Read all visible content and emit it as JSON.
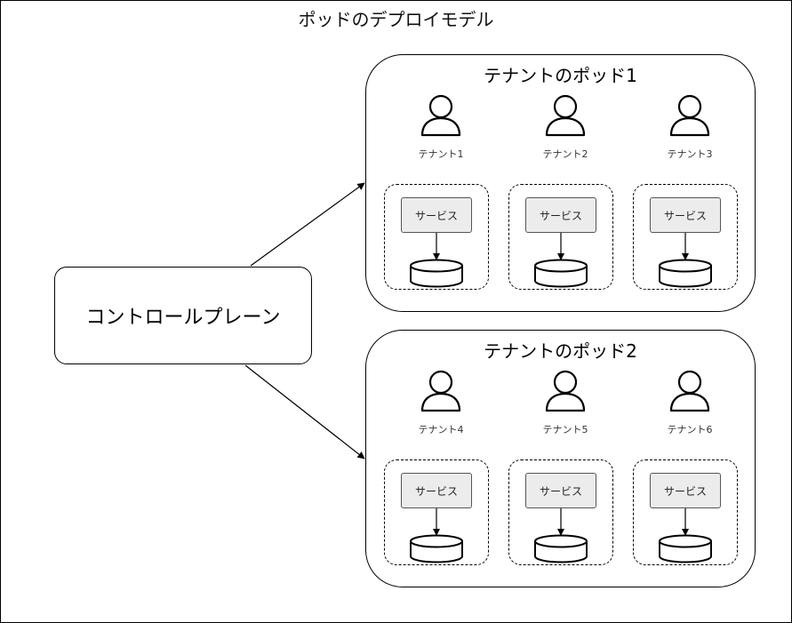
{
  "diagram": {
    "title": "ポッドのデプロイモデル",
    "control_plane": {
      "label": "コントロールプレーン"
    },
    "pods": [
      {
        "title": "テナントのポッド1",
        "tenants": [
          {
            "label": "テナント1",
            "service_label": "サービス"
          },
          {
            "label": "テナント2",
            "service_label": "サービス"
          },
          {
            "label": "テナント3",
            "service_label": "サービス"
          }
        ]
      },
      {
        "title": "テナントのポッド2",
        "tenants": [
          {
            "label": "テナント4",
            "service_label": "サービス"
          },
          {
            "label": "テナント5",
            "service_label": "サービス"
          },
          {
            "label": "テナント6",
            "service_label": "サービス"
          }
        ]
      }
    ]
  },
  "icons": {
    "tenant": "user-icon",
    "storage": "database-icon"
  },
  "colors": {
    "line": "#000000",
    "service_fill": "#ececec",
    "background": "#ffffff"
  }
}
